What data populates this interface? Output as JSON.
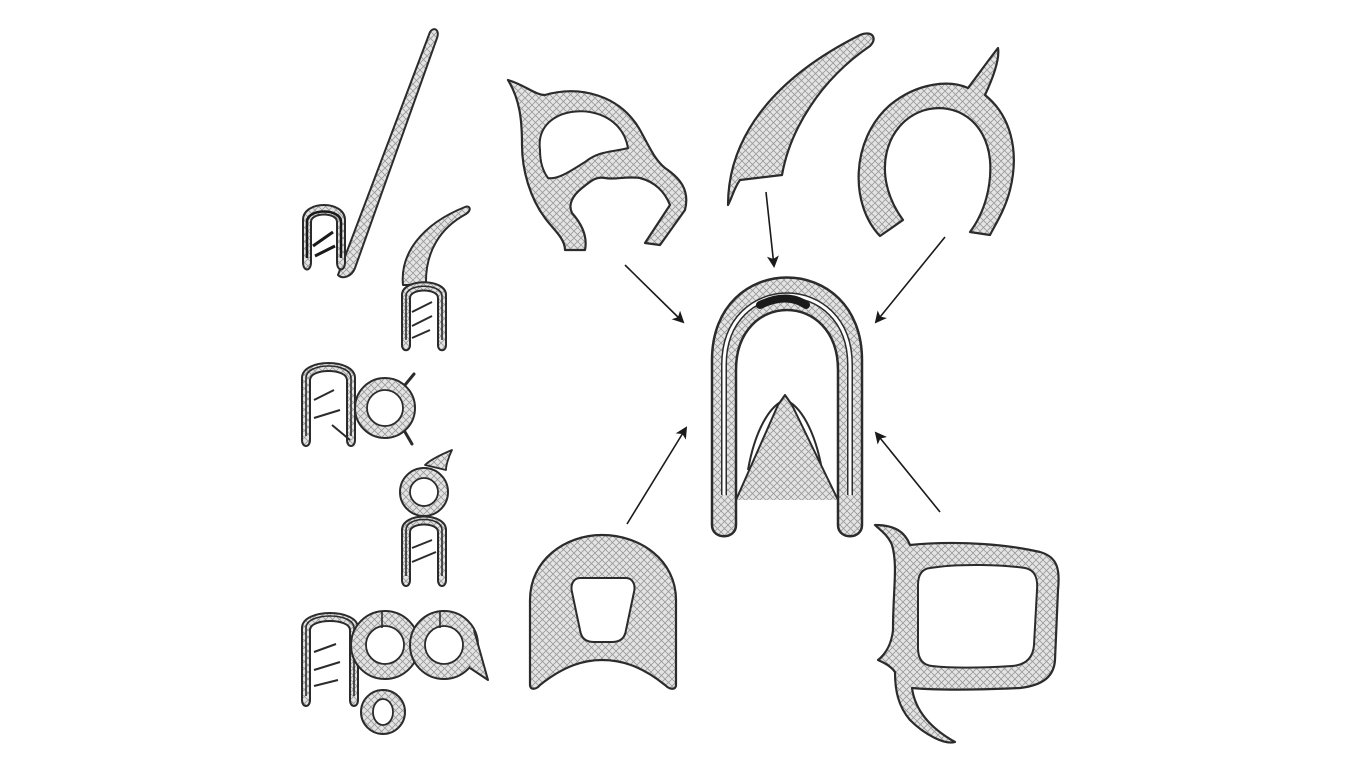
{
  "diagram": {
    "subject": "edge-trim-seal-profiles",
    "colors": {
      "background": "#ffffff",
      "outline": "#2b2b2b",
      "rubber_fill": "#e4e4e4",
      "hatch": "#9a9a9a",
      "metal_core": "#ffffff",
      "clip_insert": "#1a1a1a",
      "arrow": "#1a1a1a"
    },
    "central_profile": "u-channel-edge-trim",
    "attachment_profiles": [
      "hollow-bulb-with-lip",
      "sweeping-lip",
      "horseshoe-bulb-with-lip",
      "solid-d-bulb",
      "square-bulb-with-flaps"
    ],
    "example_profiles": [
      "trim-with-long-lip",
      "trim-with-curved-lip",
      "trim-with-side-bulb",
      "trim-with-top-bulb",
      "trim-with-double-bulb"
    ],
    "arrow_count": 5
  }
}
